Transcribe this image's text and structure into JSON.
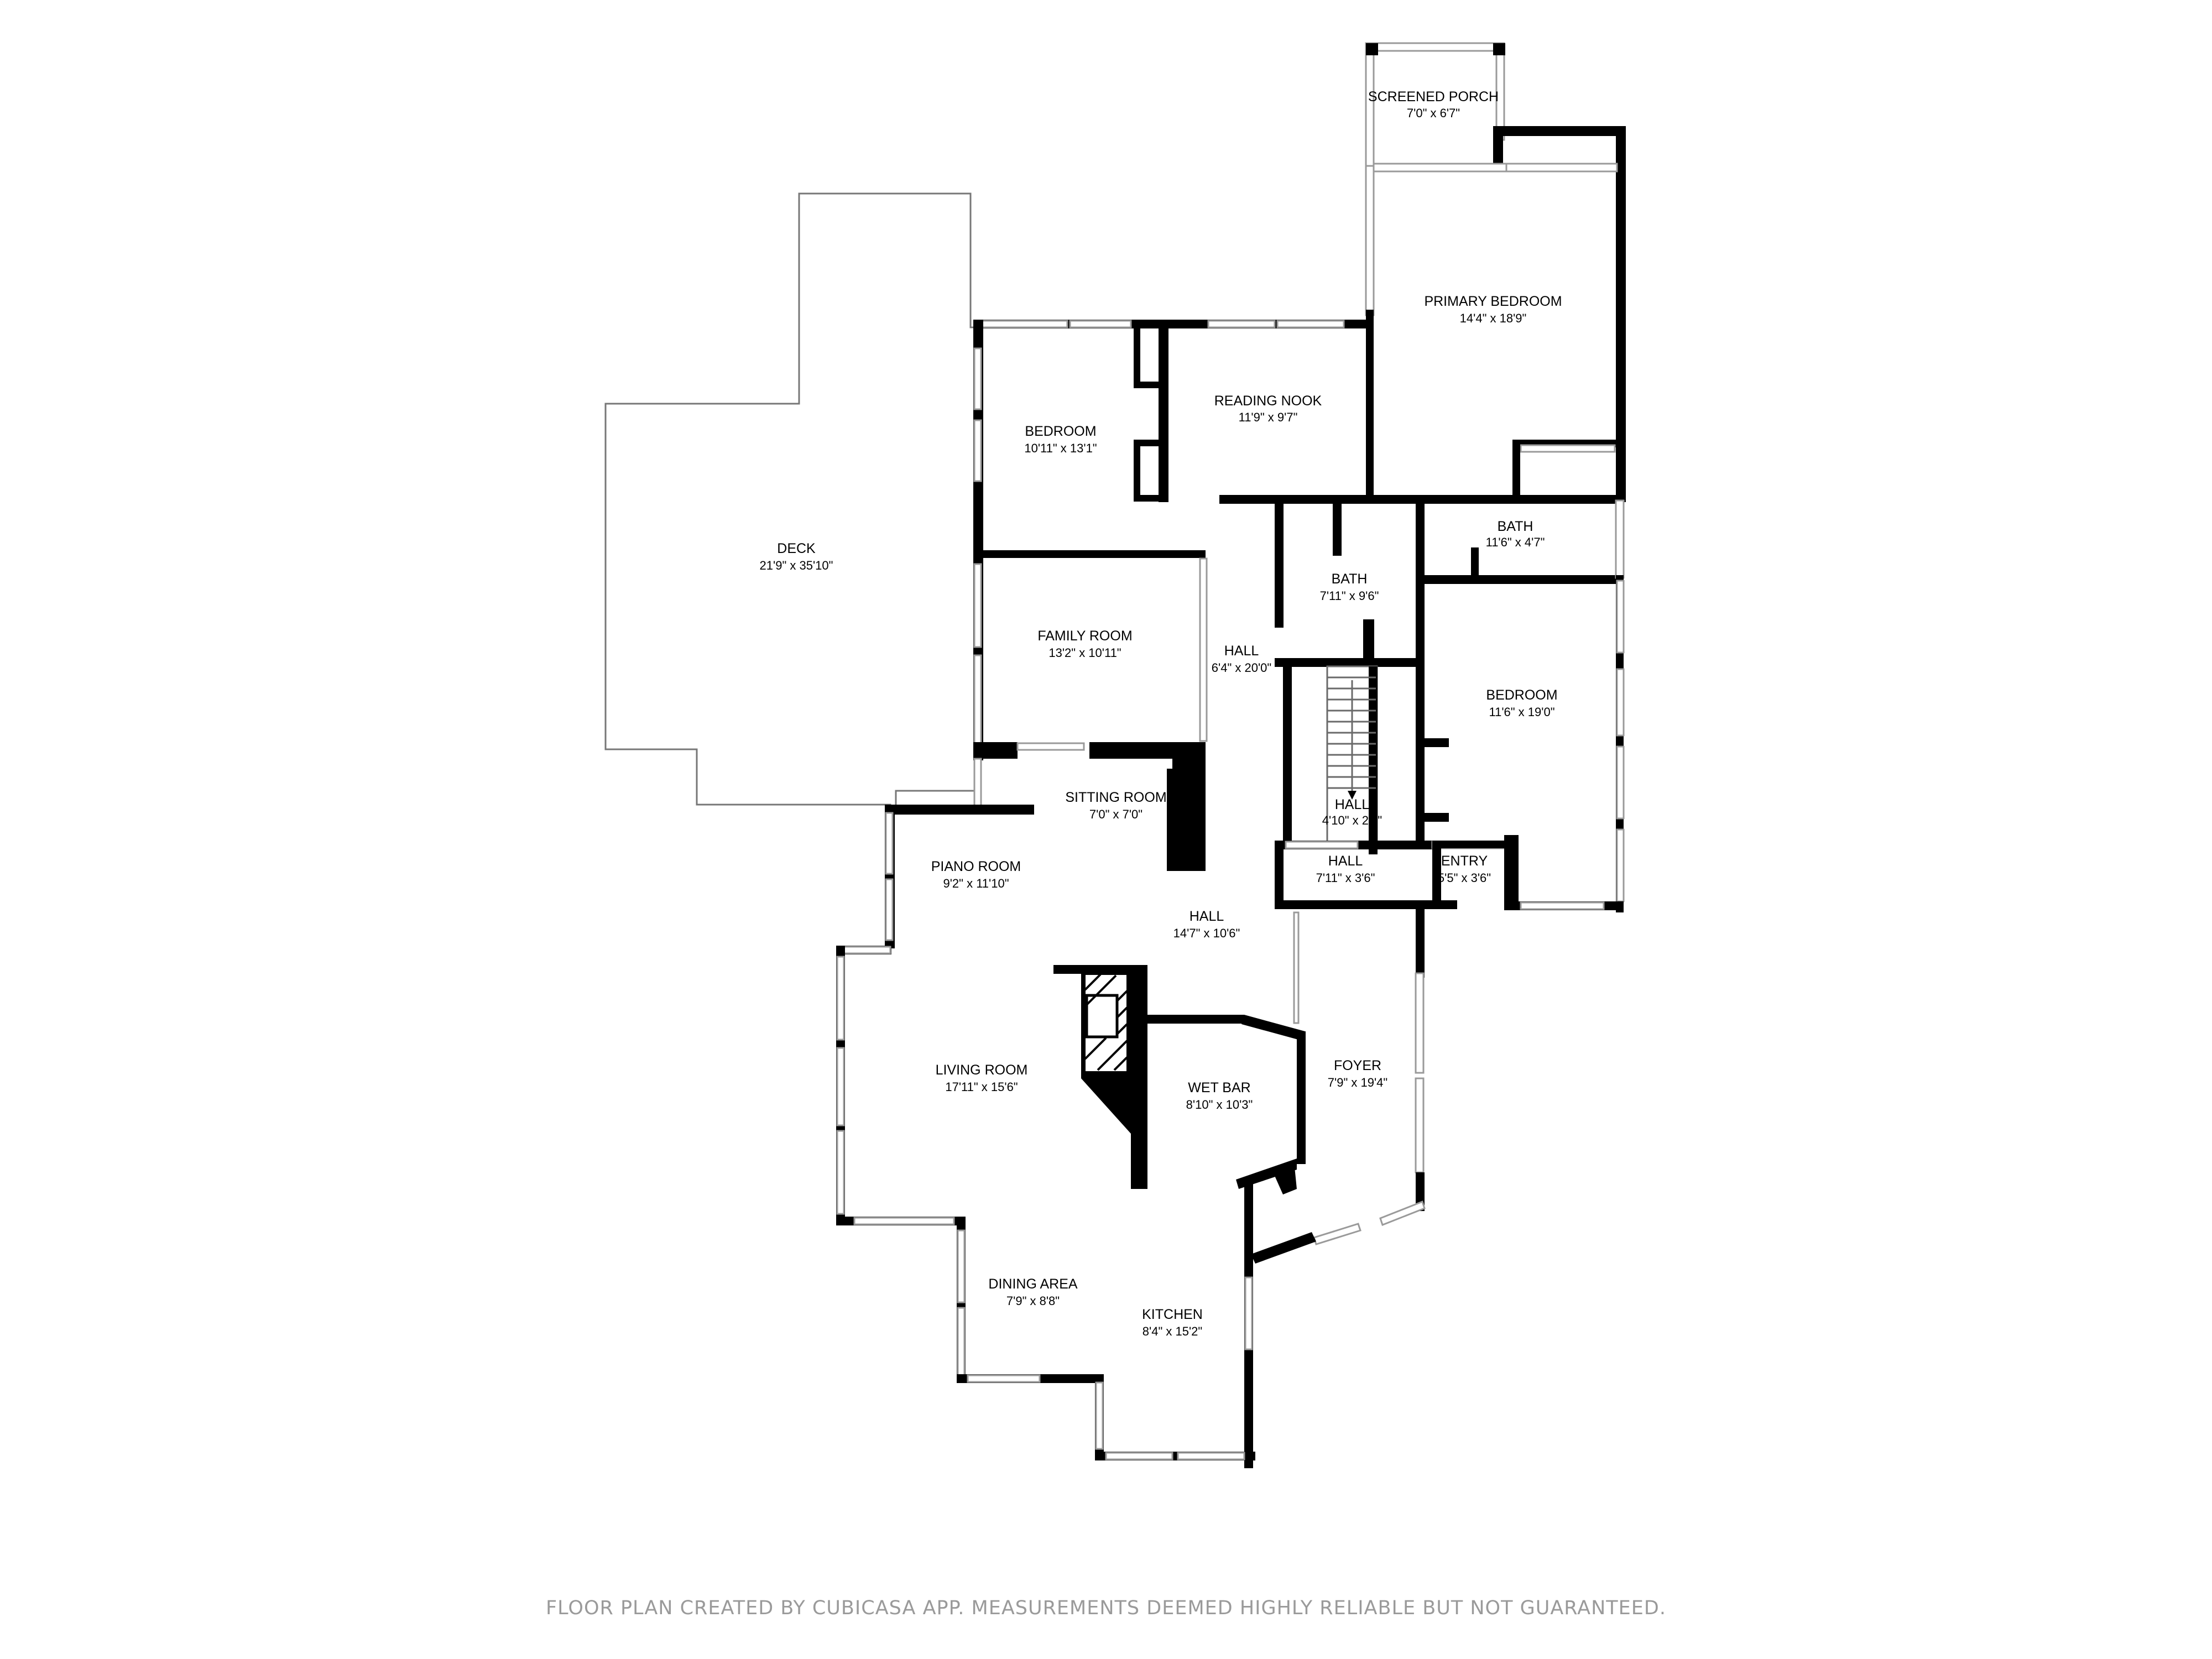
{
  "plan": {
    "rooms": [
      {
        "id": "screened-porch",
        "name": "SCREENED PORCH",
        "dims": "7'0\" x 6'7\""
      },
      {
        "id": "primary-bedroom",
        "name": "PRIMARY BEDROOM",
        "dims": "14'4\" x 18'9\""
      },
      {
        "id": "reading-nook",
        "name": "READING NOOK",
        "dims": "11'9\" x 9'7\""
      },
      {
        "id": "bedroom-west",
        "name": "BEDROOM",
        "dims": "10'11\" x 13'1\""
      },
      {
        "id": "deck",
        "name": "DECK",
        "dims": "21'9\" x 35'10\""
      },
      {
        "id": "bath-small",
        "name": "BATH",
        "dims": "11'6\" x 4'7\""
      },
      {
        "id": "bath-center",
        "name": "BATH",
        "dims": "7'11\" x 9'6\""
      },
      {
        "id": "family-room",
        "name": "FAMILY ROOM",
        "dims": "13'2\" x 10'11\""
      },
      {
        "id": "hall-north",
        "name": "HALL",
        "dims": "6'4\" x 20'0\""
      },
      {
        "id": "bedroom-east",
        "name": "BEDROOM",
        "dims": "11'6\" x 19'0\""
      },
      {
        "id": "sitting-room",
        "name": "SITTING ROOM",
        "dims": "7'0\" x 7'0\""
      },
      {
        "id": "hall-stair",
        "name": "HALL",
        "dims": "4'10\" x 2'6\""
      },
      {
        "id": "piano-room",
        "name": "PIANO ROOM",
        "dims": "9'2\" x 11'10\""
      },
      {
        "id": "hall-small",
        "name": "HALL",
        "dims": "7'11\" x 3'6\""
      },
      {
        "id": "entry",
        "name": "ENTRY",
        "dims": "5'5\" x 3'6\""
      },
      {
        "id": "hall-main",
        "name": "HALL",
        "dims": "14'7\" x 10'6\""
      },
      {
        "id": "living-room",
        "name": "LIVING ROOM",
        "dims": "17'11\" x 15'6\""
      },
      {
        "id": "wet-bar",
        "name": "WET BAR",
        "dims": "8'10\" x 10'3\""
      },
      {
        "id": "foyer",
        "name": "FOYER",
        "dims": "7'9\" x 19'4\""
      },
      {
        "id": "dining-area",
        "name": "DINING AREA",
        "dims": "7'9\" x 8'8\""
      },
      {
        "id": "kitchen",
        "name": "KITCHEN",
        "dims": "8'4\" x 15'2\""
      }
    ]
  },
  "footer": {
    "note": "FLOOR PLAN CREATED BY CUBICASA APP. MEASUREMENTS DEEMED HIGHLY RELIABLE BUT NOT GUARANTEED."
  },
  "colors": {
    "wall": "#000000",
    "window": "#9a9a9a",
    "footer_text": "#9a9a9a",
    "background": "#ffffff"
  }
}
